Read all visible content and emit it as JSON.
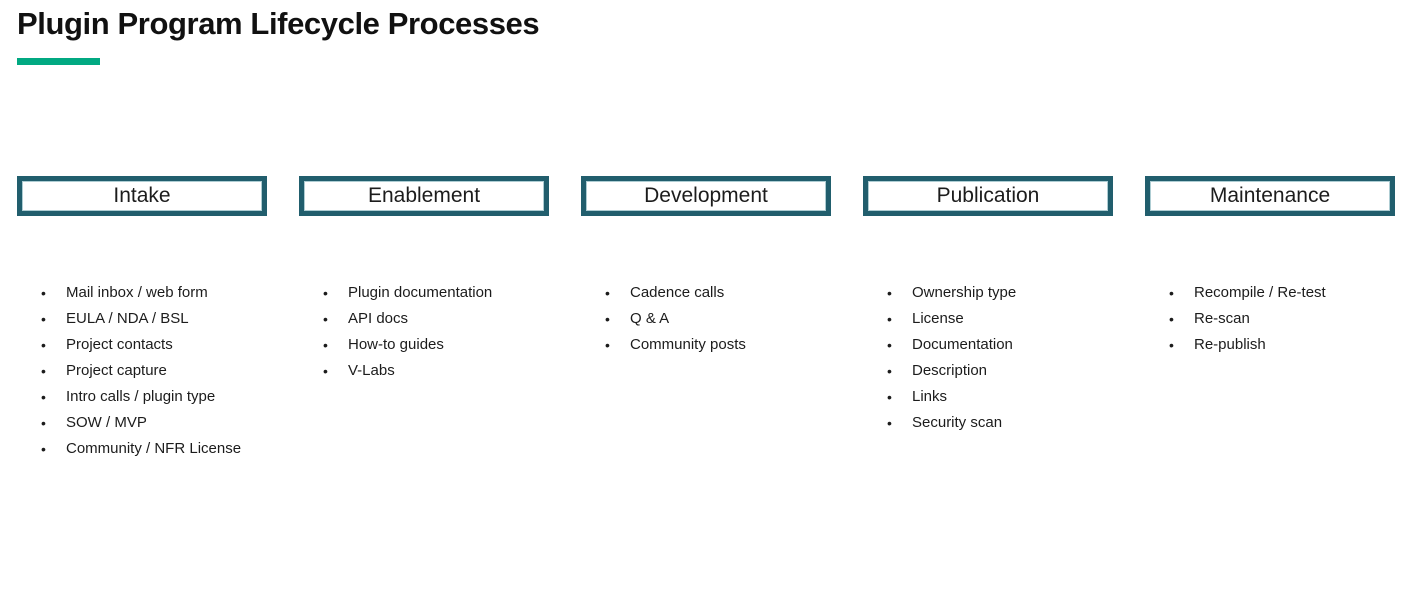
{
  "slide": {
    "title": "Plugin Program Lifecycle Processes"
  },
  "colors": {
    "accent_green": "#01A982",
    "box_border_teal": "#215E6D",
    "text_dark": "#1C1C1C"
  },
  "columns": [
    {
      "header": "Intake",
      "items": [
        "Mail inbox / web form",
        "EULA / NDA / BSL",
        "Project contacts",
        "Project capture",
        "Intro calls / plugin type",
        "SOW / MVP",
        "Community / NFR License"
      ]
    },
    {
      "header": "Enablement",
      "items": [
        "Plugin documentation",
        "API docs",
        "How-to guides",
        "V-Labs"
      ]
    },
    {
      "header": "Development",
      "items": [
        "Cadence calls",
        "Q & A",
        "Community posts"
      ]
    },
    {
      "header": "Publication",
      "items": [
        "Ownership type",
        "License",
        "Documentation",
        "Description",
        "Links",
        "Security scan"
      ]
    },
    {
      "header": "Maintenance",
      "items": [
        "Recompile / Re-test",
        "Re-scan",
        "Re-publish"
      ]
    }
  ]
}
